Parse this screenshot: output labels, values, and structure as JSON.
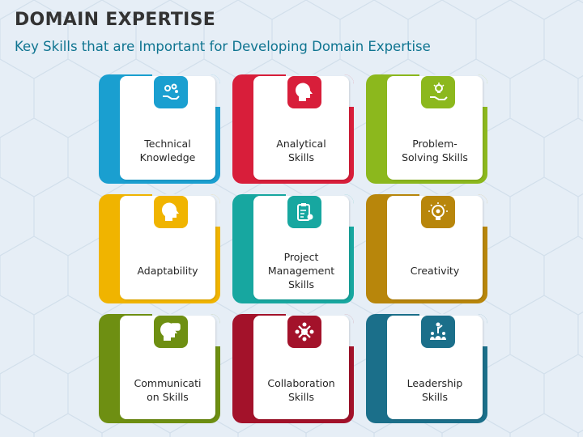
{
  "header": {
    "title": "DOMAIN EXPERTISE",
    "subtitle": "Key Skills that are Important for Developing Domain Expertise"
  },
  "cards": [
    {
      "label": "Technical\nKnowledge",
      "color": "#1a9fd0",
      "icon": "hand-gears-icon"
    },
    {
      "label": "Analytical\nSkills",
      "color": "#d81e3a",
      "icon": "head-chart-icon"
    },
    {
      "label": "Problem-\nSolving Skills",
      "color": "#8cb81d",
      "icon": "hand-lightbulb-icon"
    },
    {
      "label": "Adaptability",
      "color": "#f0b400",
      "icon": "head-gears-icon"
    },
    {
      "label": "Project\nManagement\nSkills",
      "color": "#17a7a0",
      "icon": "clipboard-gear-icon"
    },
    {
      "label": "Creativity",
      "color": "#b8860b",
      "icon": "lightbulb-gear-icon"
    },
    {
      "label": "Communicati\non Skills",
      "color": "#6e8f12",
      "icon": "head-speech-icon"
    },
    {
      "label": "Collaboration\nSkills",
      "color": "#a3122a",
      "icon": "people-circle-icon"
    },
    {
      "label": "Leadership\nSkills",
      "color": "#1b6f8a",
      "icon": "leader-team-icon"
    }
  ]
}
